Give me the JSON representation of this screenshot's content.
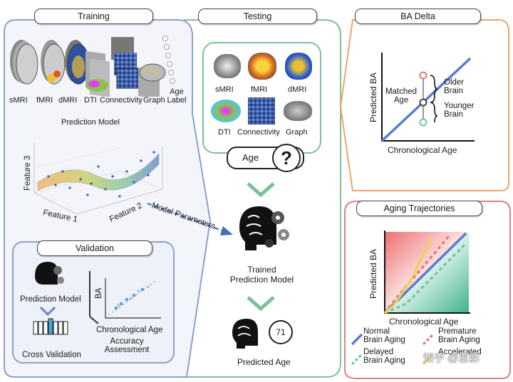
{
  "training": {
    "title": "Training",
    "modalities": [
      "sMRI",
      "fMRI",
      "dMRI",
      "DTI",
      "Connectivity",
      "Graph"
    ],
    "age_label": "Age\nLabel",
    "prediction_model": "Prediction Model",
    "axis_feature1": "Feature 1",
    "axis_feature2": "Feature 2",
    "axis_feature3": "Feature 3",
    "model_parameters": "Model Parameters"
  },
  "validation": {
    "title": "Validation",
    "prediction_model": "Prediction Model",
    "cross_validation": "Cross Validation",
    "ba_axis": "BA",
    "chrono_axis": "Chronological Age",
    "accuracy": "Accuracy\nAssessment"
  },
  "testing": {
    "title": "Testing",
    "modalities": [
      "sMRI",
      "fMRI",
      "dMRI",
      "DTI",
      "Connectivity",
      "Graph"
    ],
    "age_prompt": "Age",
    "question_mark": "?",
    "trained_model": "Trained\nPrediction Model",
    "predicted_value": "71",
    "predicted_age": "Predicted Age"
  },
  "ba_delta": {
    "title": "BA Delta",
    "y_axis": "Predicted BA",
    "x_axis": "Chronological Age",
    "matched_age": "Matched\nAge",
    "older_brain": "Older\nBrain",
    "younger_brain": "Younger\nBrain"
  },
  "aging_trajectories": {
    "title": "Aging Trajectories",
    "y_axis": "Predicted BA",
    "x_axis": "Chronological Age",
    "legend": {
      "normal": "Normal\nBrain Aging",
      "premature": "Premature\nBrain Aging",
      "delayed": "Delayed\nBrain Aging",
      "accelerated": "Accelerated"
    },
    "colors": {
      "normal": "#5b7bd0",
      "premature": "#e07a7a",
      "delayed": "#6cc7a6",
      "accelerated": "#f2cf55"
    }
  },
  "watermark": "知乎 @思影"
}
